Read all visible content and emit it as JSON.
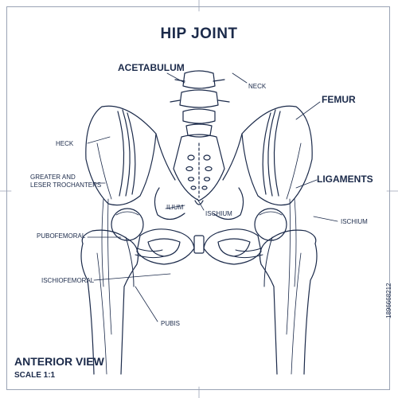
{
  "title": "HIP JOINT",
  "labels": {
    "acetabulum": "ACETABULUM",
    "neck": "NECK",
    "femur": "FEMUR",
    "heck": "HECK",
    "trochanters": "GREATER AND\nLESER TROCHANTERS",
    "ligaments": "LIGAMENTS",
    "ilium": "ILIUM",
    "ischium_center": "ISCHIUM",
    "ischium_right": "ISCHIUM",
    "pubofemoral": "PUBOFEMORAL",
    "ischiofemoral": "ISCHIOFEMORAL",
    "pubis": "PUBIS"
  },
  "view": "ANTERIOR VIEW",
  "scale": "SCALE 1:1",
  "stock_id": "1896668212",
  "colors": {
    "ink": "#1b2a4a",
    "frame": "#9aa3b5"
  }
}
